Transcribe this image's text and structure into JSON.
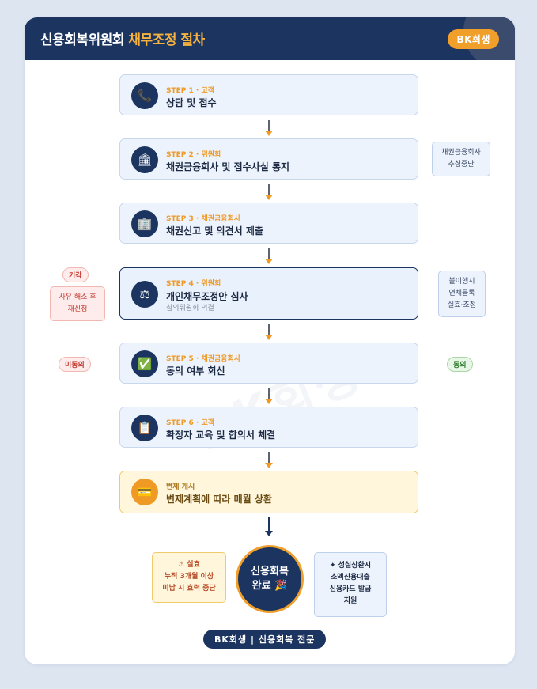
{
  "header": {
    "title_main": "신용회복위원회",
    "title_highlight": "채무조정 절차",
    "badge": "BK회생"
  },
  "watermark": "BK회생",
  "steps": [
    {
      "label": "STEP 1 · 고객",
      "title": "상담 및 접수",
      "icon": "phone-icon",
      "glyph": "📞"
    },
    {
      "label": "STEP 2 · 위원회",
      "title": "채권금융회사 및 접수사실 통지",
      "icon": "bank-icon",
      "glyph": "🏛"
    },
    {
      "label": "STEP 3 · 채권금융회사",
      "title": "채권신고 및 의견서 제출",
      "icon": "building-icon",
      "glyph": "🏢"
    },
    {
      "label": "STEP 4 · 위원회",
      "title": "개인채무조정안 심사",
      "sub": "심의위원회 의결",
      "icon": "scales-icon",
      "glyph": "⚖"
    },
    {
      "label": "STEP 5 · 채권금융회사",
      "title": "동의 여부 회신",
      "icon": "check-icon",
      "glyph": "✅"
    },
    {
      "label": "STEP 6 · 고객",
      "title": "확정자 교육 및 합의서 체결",
      "icon": "clipboard-icon",
      "glyph": "📋"
    }
  ],
  "payment": {
    "label": "변제 개시",
    "title": "변제계획에 따라 매월 상환",
    "icon": "card-icon",
    "glyph": "💳"
  },
  "side_notes": {
    "step2_right": [
      "채권금융회사",
      "추심중단"
    ],
    "step4_right": [
      "불이행시",
      "연체등록",
      "실효·조정"
    ],
    "step4_left_pill": "기각",
    "step4_left_box": [
      "사유 해소 후",
      "재신청"
    ],
    "step5_left": "미동의",
    "step5_right": "동의"
  },
  "completion": {
    "line1": "신용회복",
    "line2": "완료 🎉"
  },
  "warning": {
    "title": "⚠ 실효",
    "lines": [
      "누적 3개월 이상",
      "미납 시 효력 중단"
    ]
  },
  "benefit": {
    "lines": [
      "✦ 성실상환시",
      "소액신용대출",
      "신용카드 발급",
      "지원"
    ]
  },
  "footer": "BK회생 | 신용회복 전문",
  "colors": {
    "navy": "#1c3560",
    "orange": "#ef9a25",
    "box_bg": "#edf3fc"
  }
}
